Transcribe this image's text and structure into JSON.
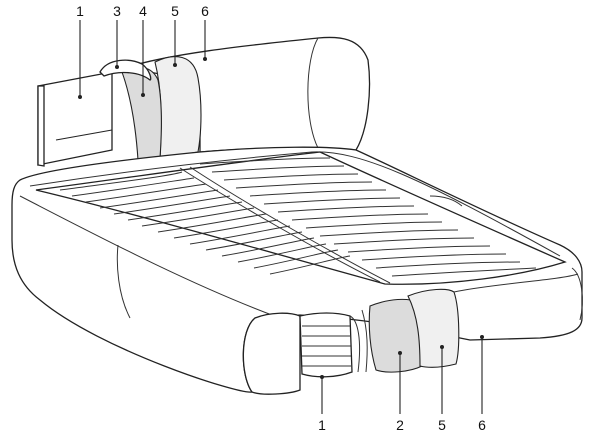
{
  "diagram": {
    "callouts_top": [
      {
        "id": "top-1",
        "text": "1"
      },
      {
        "id": "top-3",
        "text": "3"
      },
      {
        "id": "top-4",
        "text": "4"
      },
      {
        "id": "top-5",
        "text": "5"
      },
      {
        "id": "top-6",
        "text": "6"
      }
    ],
    "callouts_bottom": [
      {
        "id": "bottom-1",
        "text": "1"
      },
      {
        "id": "bottom-2",
        "text": "2"
      },
      {
        "id": "bottom-5",
        "text": "5"
      },
      {
        "id": "bottom-6",
        "text": "6"
      }
    ],
    "colors": {
      "stroke": "#222222",
      "layer_dark": "#dcdcdc",
      "layer_light": "#f0f0f0",
      "background": "#ffffff"
    }
  }
}
